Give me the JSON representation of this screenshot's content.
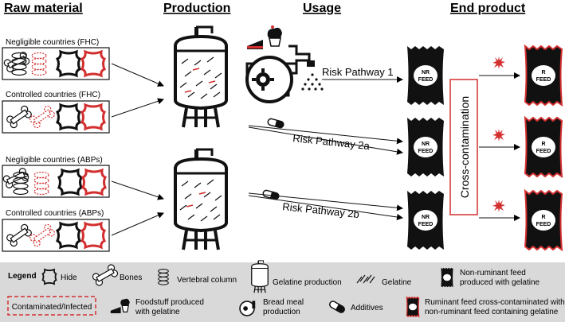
{
  "headers": {
    "raw_material": "Raw material",
    "production": "Production",
    "usage": "Usage",
    "end_product": "End product"
  },
  "sources": {
    "s1": "Negligible countries (FHC)",
    "s2": "Controlled countries (FHC)",
    "s3": "Negligible countries (ABPs)",
    "s4": "Controlled countries (ABPs)"
  },
  "pathways": {
    "p1": "Risk Pathway 1",
    "p2a": "Risk Pathway 2a",
    "p2b": "Risk Pathway 2b"
  },
  "cross_contamination": "Cross-contamination",
  "bags": {
    "nr_line1": "NR",
    "r_line1": "R",
    "line2": "FEED"
  },
  "legend": {
    "title": "Legend",
    "hide": "Hide",
    "bones": "Bones",
    "vertebral": "Vertebral column",
    "gelatine_production": "Gelatine production",
    "gelatine": "Gelatine",
    "nr_feed_1": "Non-ruminant feed",
    "nr_feed_2": "produced with gelatine",
    "contaminated": "Contaminated/Infected",
    "foodstuff_1": "Foodstuff produced",
    "foodstuff_2": "with gelatine",
    "bread_1": "Bread meal",
    "bread_2": "production",
    "additives": "Additives",
    "r_feed_1": "Ruminant feed cross-contaminated with",
    "r_feed_2": "non-ruminant feed containing gelatine"
  },
  "colors": {
    "contaminated": "#d32f2f",
    "legend_bg": "#d9d9d9",
    "bag": "#111111"
  }
}
